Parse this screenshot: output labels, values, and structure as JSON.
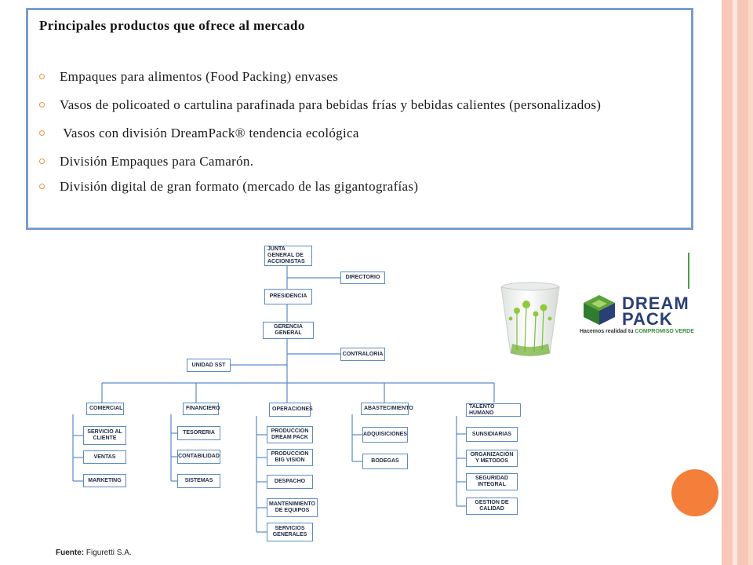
{
  "colors": {
    "accent": "#f37f3b",
    "border": "#7b9bd0",
    "bullet": "#f0933b",
    "stripe": "#f7c7b8",
    "org_line": "#5b8ac9"
  },
  "textbox": {
    "title": "Principales productos que ofrece al mercado",
    "bullets": [
      "Empaques para alimentos (Food Packing) envases",
      "Vasos de policoated o cartulina parafinada para bebidas frías y bebidas calientes (personalizados)",
      " Vasos con división DreamPack® tendencia ecológica",
      "División Empaques para Camarón.",
      "División digital de gran formato (mercado de las gigantografías)"
    ]
  },
  "org": {
    "junta": "JUNTA GENERAL DE ACCIONISTAS",
    "directorio": "DIRECTORIO",
    "presidencia": "PRESIDENCIA",
    "gerencia": "GERENCIA GENERAL",
    "contraloria": "CONTRALORIA",
    "unidad": "UNIDAD SST",
    "departments": [
      {
        "name": "COMERCIAL",
        "children": [
          "SERVICIO AL CLIENTE",
          "VENTAS",
          "MARKETING"
        ]
      },
      {
        "name": "FINANCIERO",
        "children": [
          "TESORERIA",
          "CONTABILIDAD",
          "SISTEMAS"
        ]
      },
      {
        "name": "OPERACIONES",
        "children": [
          "PRODUCCION DREAM PACK",
          "PRODUCCION BIG VISION",
          "DESPACHO",
          "MANTENIMIENTO DE EQUIPOS",
          "SERVICIOS GENERALES"
        ]
      },
      {
        "name": "ABASTECIMIENTO",
        "children": [
          "ADQUISICIONES",
          "BODEGAS"
        ]
      },
      {
        "name": "TALENTO HUMANO",
        "children": [
          "SUNSIDIARIAS",
          "ORGANIZACIÓN Y METODOS",
          "SEGURIDAD INTEGRAL",
          "GESTION DE CALIDAD"
        ]
      }
    ]
  },
  "source": {
    "label": "Fuente:",
    "value": "Figuretti S.A."
  },
  "logo": {
    "line1": "DREAM",
    "line2": "PACK",
    "tagline": "Hacemos realidad tu ",
    "tagline_highlight": "COMPROMISO VERDE"
  }
}
